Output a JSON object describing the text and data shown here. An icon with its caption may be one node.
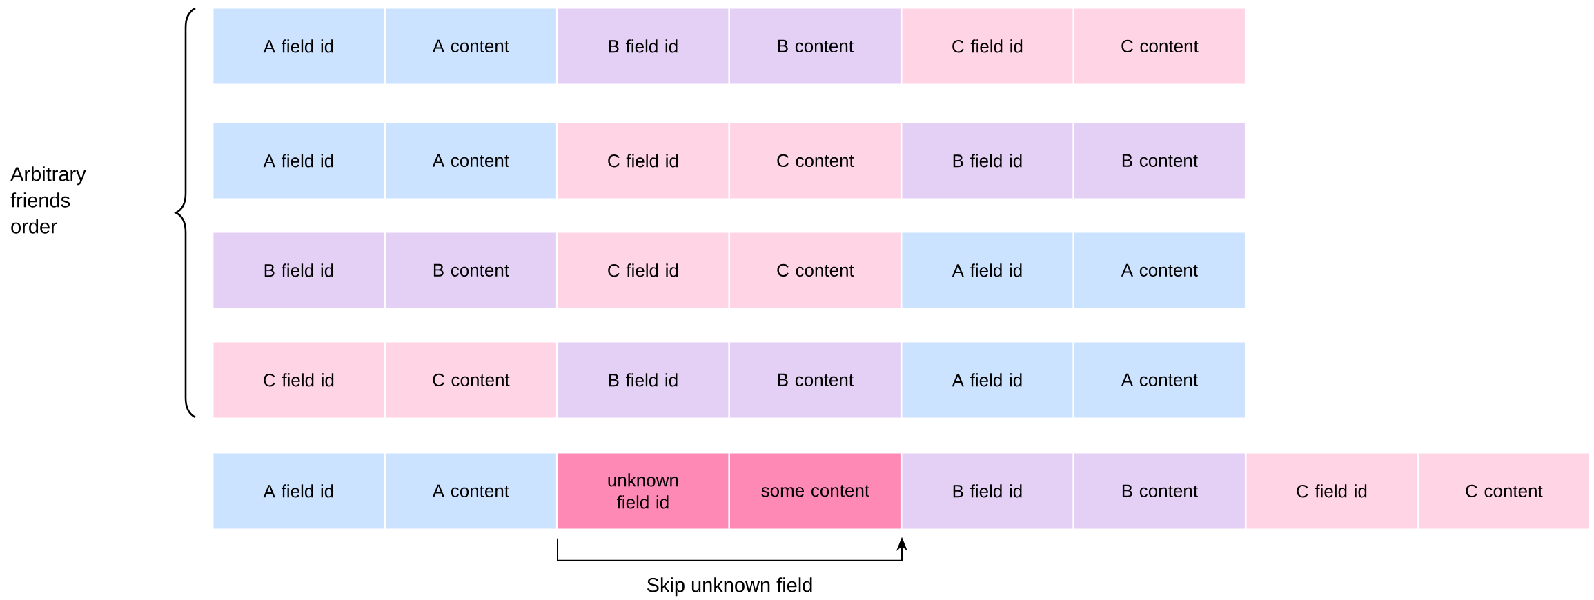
{
  "diagram": {
    "nodes": [
      {
        "text": [
          "A field id"
        ]
      },
      {
        "text": [
          "A content"
        ]
      },
      {
        "text": [
          "B field id"
        ]
      },
      {
        "text": [
          "B content"
        ]
      },
      {
        "text": [
          "C field id"
        ]
      },
      {
        "text": [
          "C content"
        ]
      },
      {
        "text": [
          "A field id"
        ]
      },
      {
        "text": [
          "A content"
        ]
      },
      {
        "text": [
          "C field id"
        ]
      },
      {
        "text": [
          "C content"
        ]
      },
      {
        "text": [
          "B field id"
        ]
      },
      {
        "text": [
          "B content"
        ]
      },
      {
        "text": [
          "B field id"
        ]
      },
      {
        "text": [
          "B content"
        ]
      },
      {
        "text": [
          "C field id"
        ]
      },
      {
        "text": [
          "C content"
        ]
      },
      {
        "text": [
          "A field id"
        ]
      },
      {
        "text": [
          "A content"
        ]
      },
      {
        "text": [
          "C field id"
        ]
      },
      {
        "text": [
          "C content"
        ]
      },
      {
        "text": [
          "B field id"
        ]
      },
      {
        "text": [
          "B content"
        ]
      },
      {
        "text": [
          "A field id"
        ]
      },
      {
        "text": [
          "A content"
        ]
      },
      {
        "text": [
          "A field id"
        ]
      },
      {
        "text": [
          "A content"
        ]
      },
      {
        "text": [
          "unknown field id"
        ]
      },
      {
        "text": [
          "some content"
        ]
      },
      {
        "text": [
          "B field id"
        ]
      },
      {
        "text": [
          "B content"
        ]
      },
      {
        "text": [
          "C field id"
        ]
      },
      {
        "text": [
          "C content"
        ]
      }
    ],
    "edges": [
      {
        "from": 26,
        "to": 28,
        "arrow": "to",
        "label": "Skip unknown field"
      }
    ],
    "labels": [
      "Arbitrary friends order"
    ]
  }
}
